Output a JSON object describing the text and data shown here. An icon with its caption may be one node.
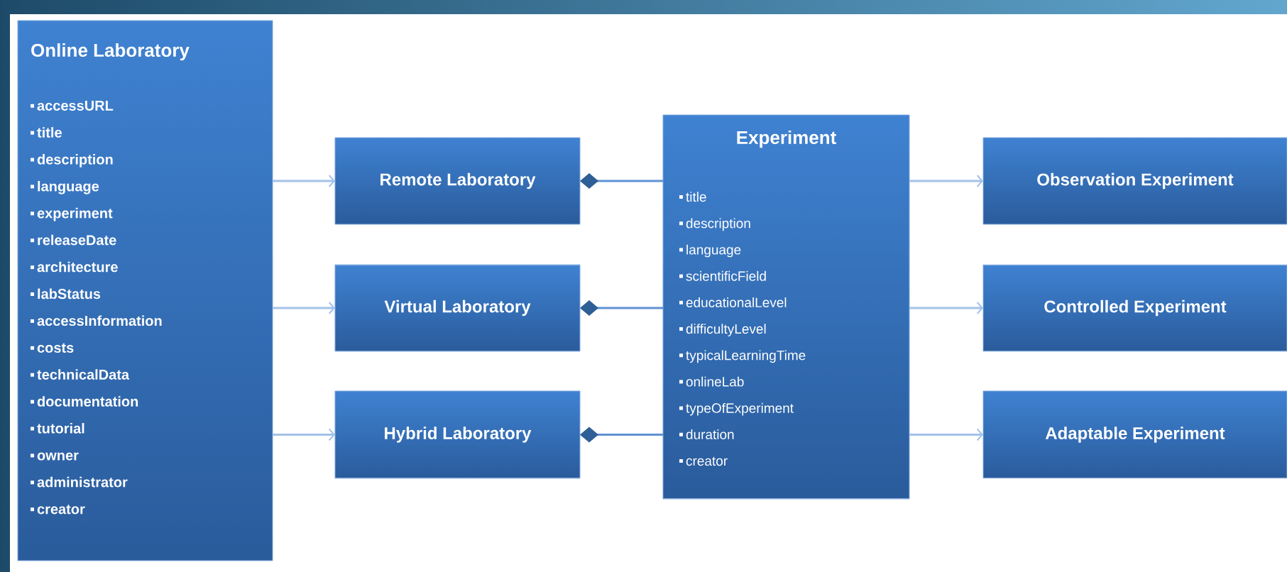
{
  "diagram": {
    "nodes": [
      {
        "text": [
          "Online Laboratory",
          "accessURL",
          "title",
          "description",
          "language",
          "experiment",
          "releaseDate",
          "architecture",
          "labStatus",
          "accessInformation",
          "costs",
          "technicalData",
          "documentation",
          "tutorial",
          "owner",
          "administrator",
          "creator"
        ]
      },
      {
        "text": [
          "Remote Laboratory"
        ]
      },
      {
        "text": [
          "Virtual Laboratory"
        ]
      },
      {
        "text": [
          "Hybrid Laboratory"
        ]
      },
      {
        "text": [
          "Experiment",
          "title",
          "description",
          "language",
          "scientificField",
          "educationalLevel",
          "difficultyLevel",
          "typicalLearningTime",
          "onlineLab",
          "typeOfExperiment",
          "duration",
          "creator"
        ]
      },
      {
        "text": [
          "Observation Experiment"
        ]
      },
      {
        "text": [
          "Controlled Experiment"
        ]
      },
      {
        "text": [
          "Adaptable Experiment"
        ]
      }
    ],
    "edges": [
      {
        "from": 0,
        "to": 1,
        "arrow": "to"
      },
      {
        "from": 0,
        "to": 2,
        "arrow": "to"
      },
      {
        "from": 0,
        "to": 3,
        "arrow": "to"
      },
      {
        "from": 1,
        "to": 4,
        "arrow": "other"
      },
      {
        "from": 2,
        "to": 4,
        "arrow": "other"
      },
      {
        "from": 3,
        "to": 4,
        "arrow": "other"
      },
      {
        "from": 4,
        "to": 5,
        "arrow": "to"
      },
      {
        "from": 4,
        "to": 6,
        "arrow": "to"
      },
      {
        "from": 4,
        "to": 7,
        "arrow": "to"
      }
    ]
  }
}
